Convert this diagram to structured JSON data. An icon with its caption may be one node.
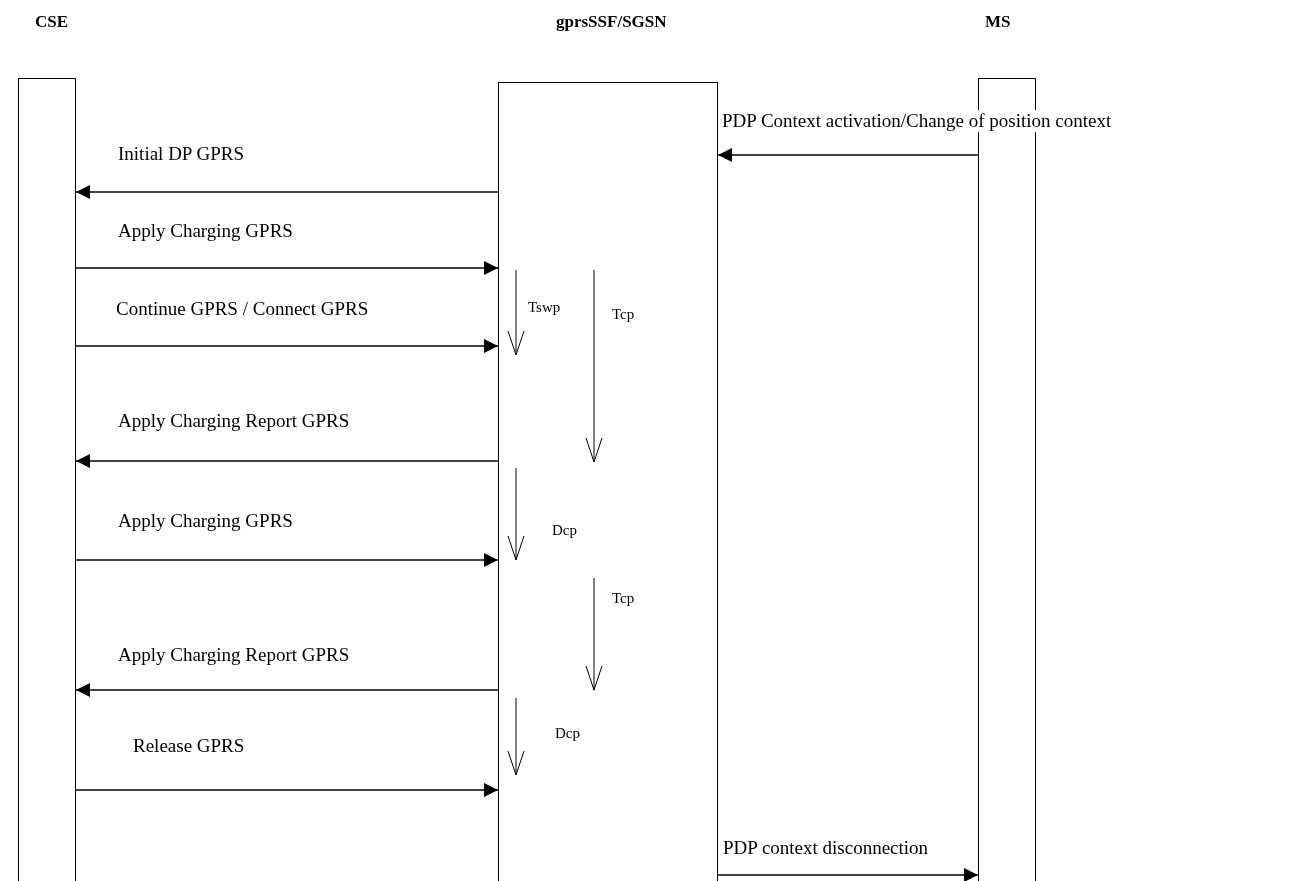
{
  "diagram": {
    "nodes": [
      {
        "text": [
          "CSE"
        ]
      },
      {
        "text": [
          "gprsSSF/SGSN"
        ]
      },
      {
        "text": [
          "MS"
        ]
      }
    ],
    "edges": [
      {
        "from": 2,
        "to": 1,
        "arrow": "to",
        "label": "PDP Context activation/Change of position context"
      },
      {
        "from": 1,
        "to": 0,
        "arrow": "to",
        "label": "Initial DP GPRS"
      },
      {
        "from": 0,
        "to": 1,
        "arrow": "to",
        "label": "Apply Charging GPRS"
      },
      {
        "from": 0,
        "to": 1,
        "arrow": "to",
        "label": "Continue GPRS / Connect GPRS"
      },
      {
        "from": 1,
        "to": 0,
        "arrow": "to",
        "label": "Apply Charging Report GPRS"
      },
      {
        "from": 0,
        "to": 1,
        "arrow": "to",
        "label": "Apply Charging GPRS"
      },
      {
        "from": 1,
        "to": 0,
        "arrow": "to",
        "label": "Apply Charging Report GPRS"
      },
      {
        "from": 0,
        "to": 1,
        "arrow": "to",
        "label": "Release GPRS"
      },
      {
        "from": 1,
        "to": 2,
        "arrow": "to",
        "label": "PDP context disconnection"
      }
    ],
    "labels": [
      "Tswp",
      "Tcp",
      "Dcp",
      "Tcp",
      "Dcp"
    ]
  }
}
